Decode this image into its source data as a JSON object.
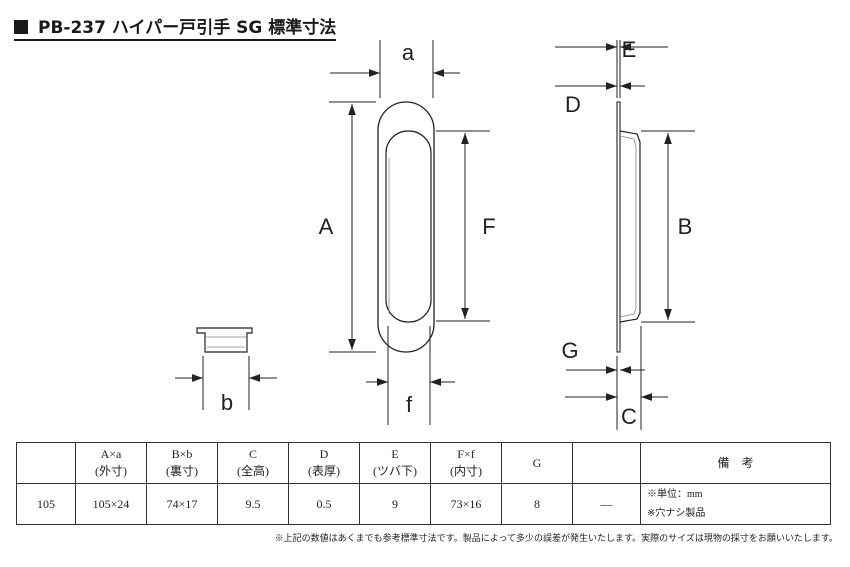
{
  "title": "PB-237 ハイパー戸引手 SG 標準寸法",
  "dim_labels": {
    "a": "a",
    "A": "A",
    "F": "F",
    "f": "f",
    "b": "b",
    "E": "E",
    "D": "D",
    "B": "B",
    "G": "G",
    "C": "C"
  },
  "table": {
    "headers": [
      {
        "top": "",
        "sub": ""
      },
      {
        "top": "A×a",
        "sub": "(外寸)"
      },
      {
        "top": "B×b",
        "sub": "(裏寸)"
      },
      {
        "top": "C",
        "sub": "(全高)"
      },
      {
        "top": "D",
        "sub": "(表厚)"
      },
      {
        "top": "E",
        "sub": "(ツバ下)"
      },
      {
        "top": "F×f",
        "sub": "(内寸)"
      },
      {
        "top": "G",
        "sub": ""
      },
      {
        "top": "",
        "sub": ""
      },
      {
        "top": "備　考",
        "sub": ""
      }
    ],
    "row": [
      "105",
      "105×24",
      "74×17",
      "9.5",
      "0.5",
      "9",
      "73×16",
      "8",
      "—"
    ],
    "notes": [
      "※単位：mm",
      "※穴ナシ製品"
    ]
  },
  "footnote": "※上記の数値はあくまでも参考標準寸法です。製品によって多少の誤差が発生いたします。実際のサイズは現物の採寸をお願いいたします。"
}
